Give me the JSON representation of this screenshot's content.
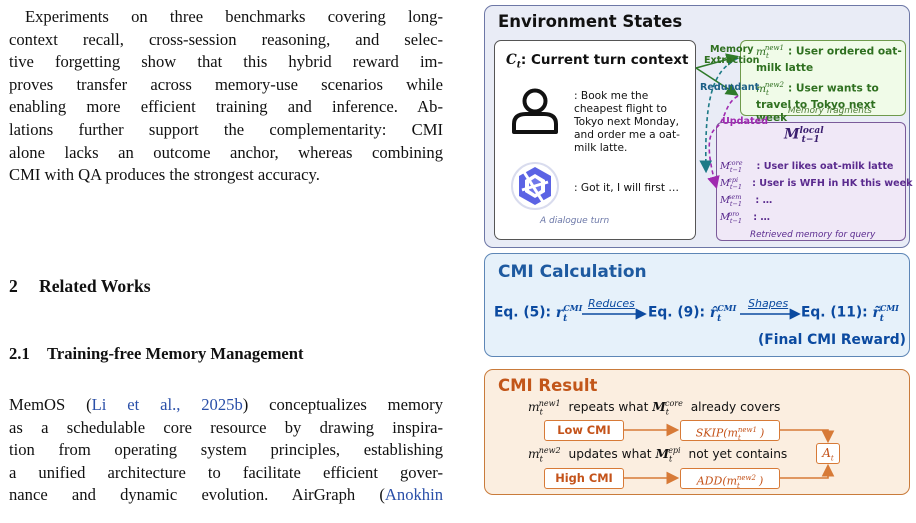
{
  "paragraph1": {
    "lines": [
      "Experiments on three benchmarks covering long-",
      "context recall, cross-session reasoning, and selec-",
      "tive forgetting show that this hybrid reward im-",
      "proves transfer across memory-use scenarios while",
      "enabling more efficient training and inference. Ab-",
      "lations further support the complementarity: CMI",
      "alone lacks an outcome anchor, whereas combining",
      "CMI with QA produces the strongest accuracy."
    ]
  },
  "section": {
    "number": "2",
    "title": "Related Works"
  },
  "subsection": {
    "number": "2.1",
    "title": "Training-free Memory Management"
  },
  "paragraph2": {
    "line1_pre": "MemOS (",
    "line1_cite": "Li et al., 2025b",
    "line1_post": ") conceptualizes memory",
    "line2": "as a schedulable core resource by drawing inspira-",
    "line3": "tion from operating system principles, establishing",
    "line4": "a unified architecture to facilitate efficient gover-",
    "line5_pre": "nance and dynamic evolution. AirGraph (",
    "line5_cite": "Anokhin"
  },
  "diagram": {
    "env_title": "Environment States",
    "turn_title_symbol": "C",
    "turn_title_sub": "t",
    "turn_title_text": ": Current turn context",
    "user_message": ": Book me the cheapest flight to Tokyo next Monday, and order me a oat-milk latte.",
    "agent_message": ": Got it, I will first …",
    "dialogue_caption": "A dialogue turn",
    "memory_extraction_line1": "Memory",
    "memory_extraction_line2": "Extraction",
    "redundant_label": "Redundant",
    "updated_label": "Updated",
    "fragment1_text": ": User ordered oat-milk latte",
    "fragment2_text": ": User wants to travel to Tokyo next week",
    "fragments_caption": "Memory fragments",
    "retrieved_core": ": User likes oat-milk latte",
    "retrieved_epi": ": User is WFH in HK this week",
    "retrieved_sem": ": …",
    "retrieved_pro": ": …",
    "retrieved_caption": "Retrieved memory for query",
    "calc_title": "CMI Calculation",
    "eq5": "Eq. (5):",
    "eq9": "Eq. (9):",
    "eq11": "Eq. (11):",
    "reduces_label": "Reduces",
    "shapes_label": "Shapes",
    "final_reward_label": "(Final CMI Reward)",
    "result_title": "CMI Result",
    "result_line1_mid": " repeats what ",
    "result_line1_end": " already covers",
    "result_line2_mid": " updates what ",
    "result_line2_end": " not yet contains",
    "low_cmi": "Low CMI",
    "high_cmi": "High CMI",
    "skip_op": "SKIP",
    "add_op": "ADD",
    "at_label": "A",
    "colors": {
      "env_border": "#6d77a6",
      "fragment_green": "#2f7020",
      "retrieved_purple": "#5a2a8e",
      "calc_blue": "#0b4aa0",
      "result_orange": "#c4531a"
    },
    "icons": [
      "user-icon",
      "agent-logo-icon"
    ]
  }
}
